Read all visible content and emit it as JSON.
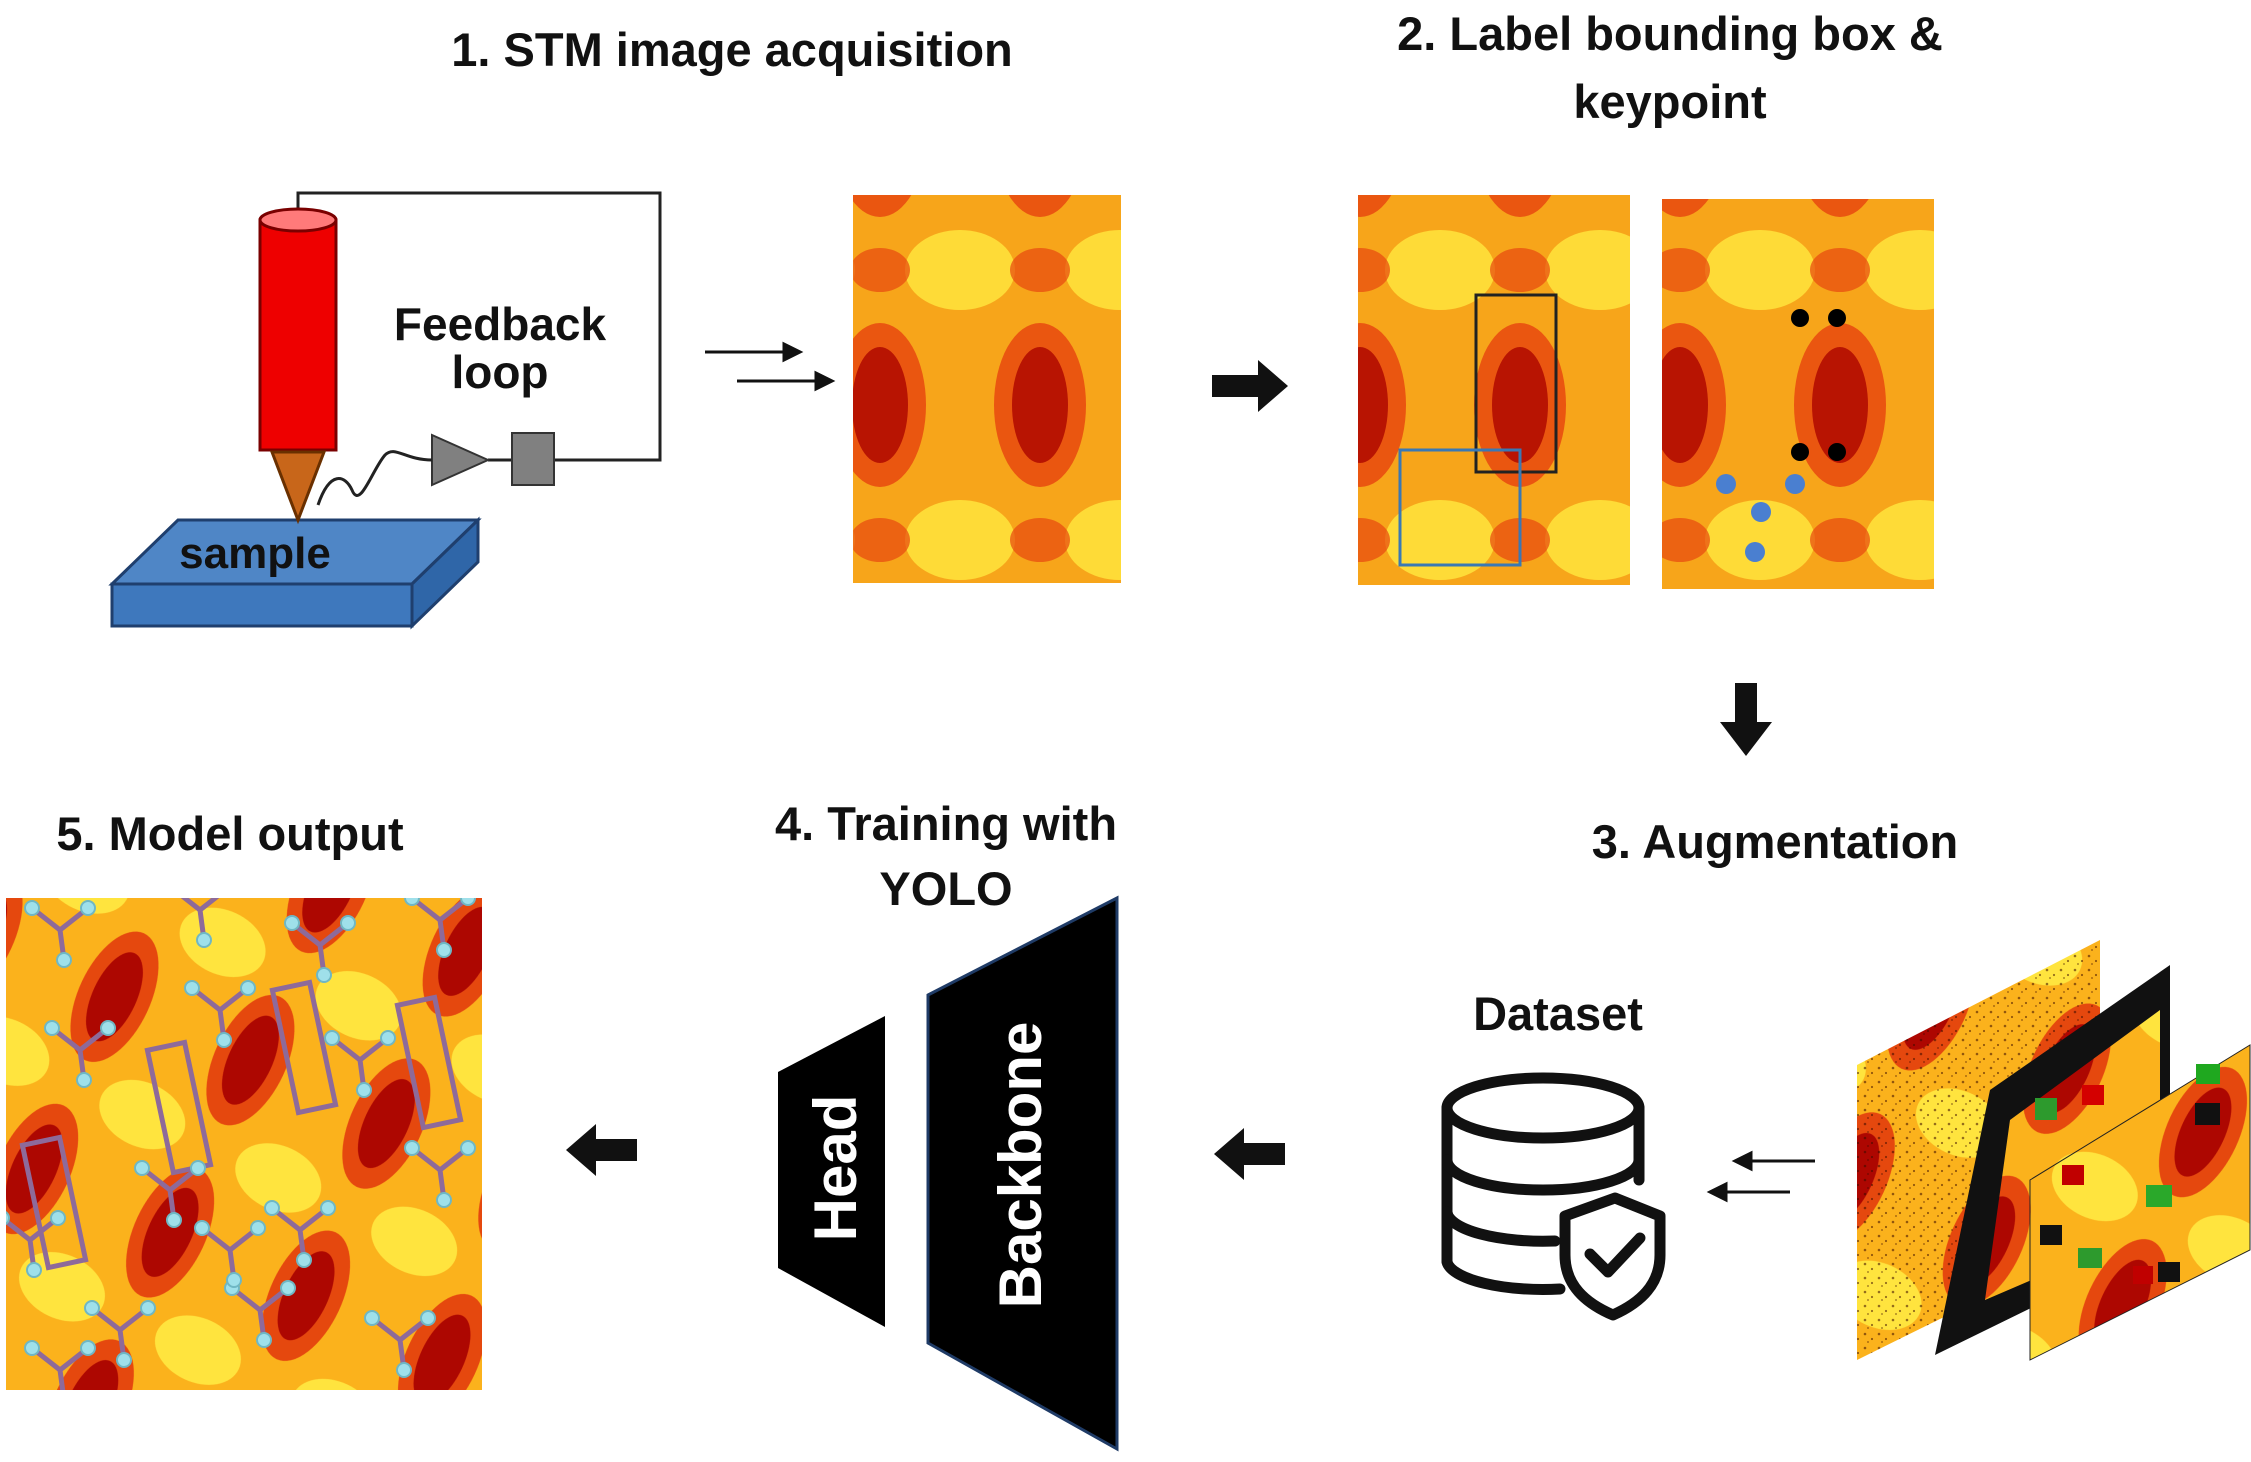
{
  "steps": {
    "step1": "1. STM image acquisition",
    "step2_line1": "2. Label bounding box &",
    "step2_line2": "keypoint",
    "step3": "3. Augmentation",
    "step4_line1": "4. Training with",
    "step4_line2": "YOLO",
    "step5": "5. Model output"
  },
  "stm": {
    "feedback_line1": "Feedback",
    "feedback_line2": "loop",
    "sample": "sample"
  },
  "dataset_label": "Dataset",
  "network": {
    "head": "Head",
    "backbone": "Backbone"
  },
  "colors": {
    "tip_body": "#ee0000",
    "tip_point": "#c8661a",
    "sample": "#4f86c6",
    "stm_low": "#a80000",
    "stm_high": "#ffe23a",
    "bbox_black": "#222222",
    "bbox_blue": "#3a78b4",
    "keypoint_blue": "#4a7fd0",
    "keypoint_black": "#000000",
    "pred_box": "#8e6a9a",
    "pred_keypoint": "#9fe0ea"
  }
}
